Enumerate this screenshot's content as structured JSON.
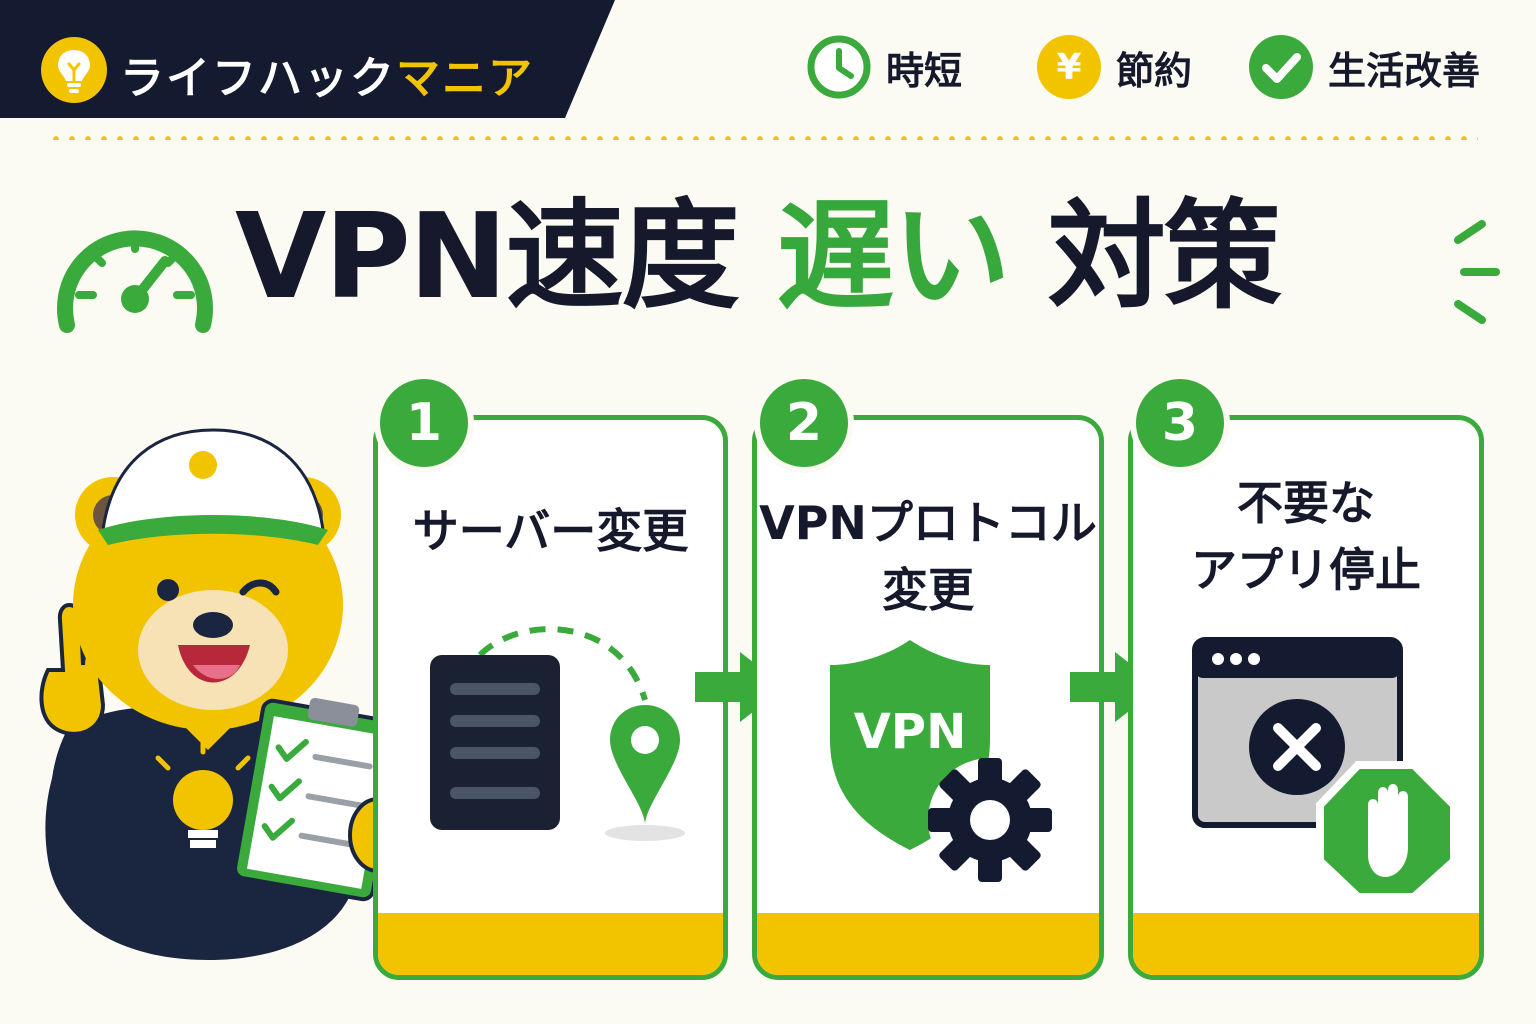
{
  "brand": {
    "name_main": "ライフハック",
    "name_accent": "マニア",
    "logo_icon": "lightbulb-icon"
  },
  "badges": [
    {
      "label": "時短",
      "icon": "clock-icon"
    },
    {
      "label": "節約",
      "icon": "yen-coin-icon",
      "glyph": "¥"
    },
    {
      "label": "生活改善",
      "icon": "check-icon"
    }
  ],
  "title": {
    "part1": "VPN速度",
    "part2": "遅い",
    "part3": "対策"
  },
  "steps": [
    {
      "number": "1",
      "title": "サーバー変更",
      "icon": "server-location-icon"
    },
    {
      "number": "2",
      "title_line1": "VPNプロトコル",
      "title_line2": "変更",
      "icon": "vpn-shield-gear-icon",
      "shield_text": "VPN"
    },
    {
      "number": "3",
      "title_line1": "不要な",
      "title_line2": "アプリ停止",
      "icon": "app-stop-icon"
    }
  ],
  "colors": {
    "green": "#3aaa3c",
    "yellow": "#f2c400",
    "navy": "#141a30",
    "background": "#fbfaf3"
  },
  "mascot": "bear-mascot-with-clipboard"
}
